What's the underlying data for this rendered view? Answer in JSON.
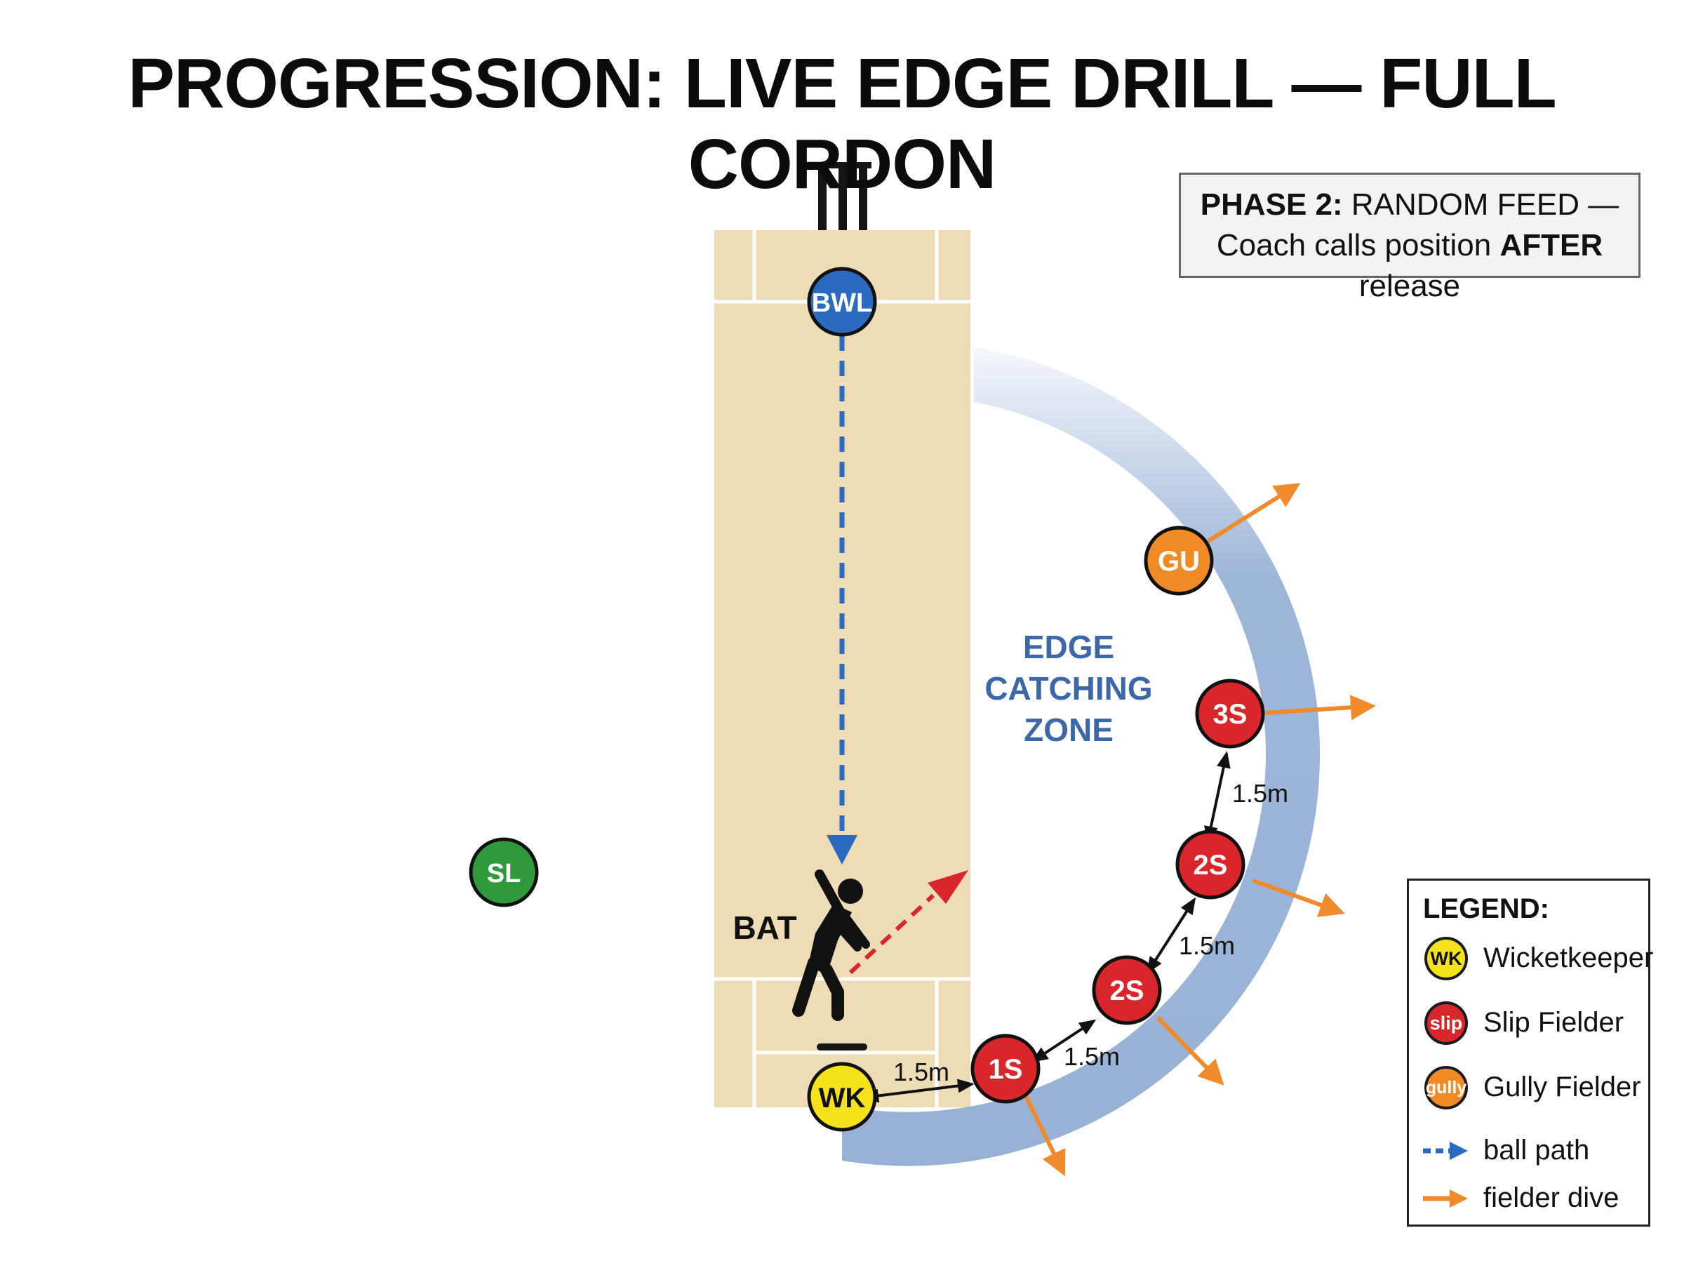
{
  "title": "PROGRESSION: LIVE EDGE DRILL — FULL CORDON",
  "phase_box": {
    "phase": "PHASE 2:",
    "mode": "RANDOM FEED —",
    "line2_pre": "Coach calls position",
    "line2_bold": "AFTER",
    "line2_post": "release"
  },
  "zone_label": [
    "EDGE",
    "CATCHING",
    "ZONE"
  ],
  "batter_label": "BAT",
  "players": {
    "bowler": "BWL",
    "square_leg": "SL",
    "wicketkeeper": "WK",
    "first_slip": "1S",
    "second_slip_low": "2S",
    "second_slip_high": "2S",
    "third_slip": "3S",
    "gully": "GU"
  },
  "spacing_labels": {
    "wk_1s": "1.5m",
    "1s_2s": "1.5m",
    "2s_2s": "1.5m",
    "2s_3s": "1.5m"
  },
  "legend": {
    "title": "LEGEND:",
    "items": [
      {
        "symbol": "WK",
        "label": "Wicketkeeper"
      },
      {
        "symbol": "slip",
        "label": "Slip Fielder"
      },
      {
        "symbol": "gully",
        "label": "Gully Fielder"
      },
      {
        "symbol": "",
        "label": "ball path"
      },
      {
        "symbol": "",
        "label": "fielder dive"
      }
    ]
  },
  "colors": {
    "pitch": "#eddcb6",
    "crease": "#ffffff",
    "zone": "#98b2d6",
    "bowler": "#2b6bbf",
    "square_leg": "#2e9a3c",
    "wicketkeeper": "#f4e21a",
    "slip": "#d8262a",
    "gully": "#f08a24",
    "ball_path": "#2b6bbf",
    "edge_path": "#d8262a",
    "fielder_dive": "#f08a2a",
    "zone_text": "#3c67a8"
  }
}
